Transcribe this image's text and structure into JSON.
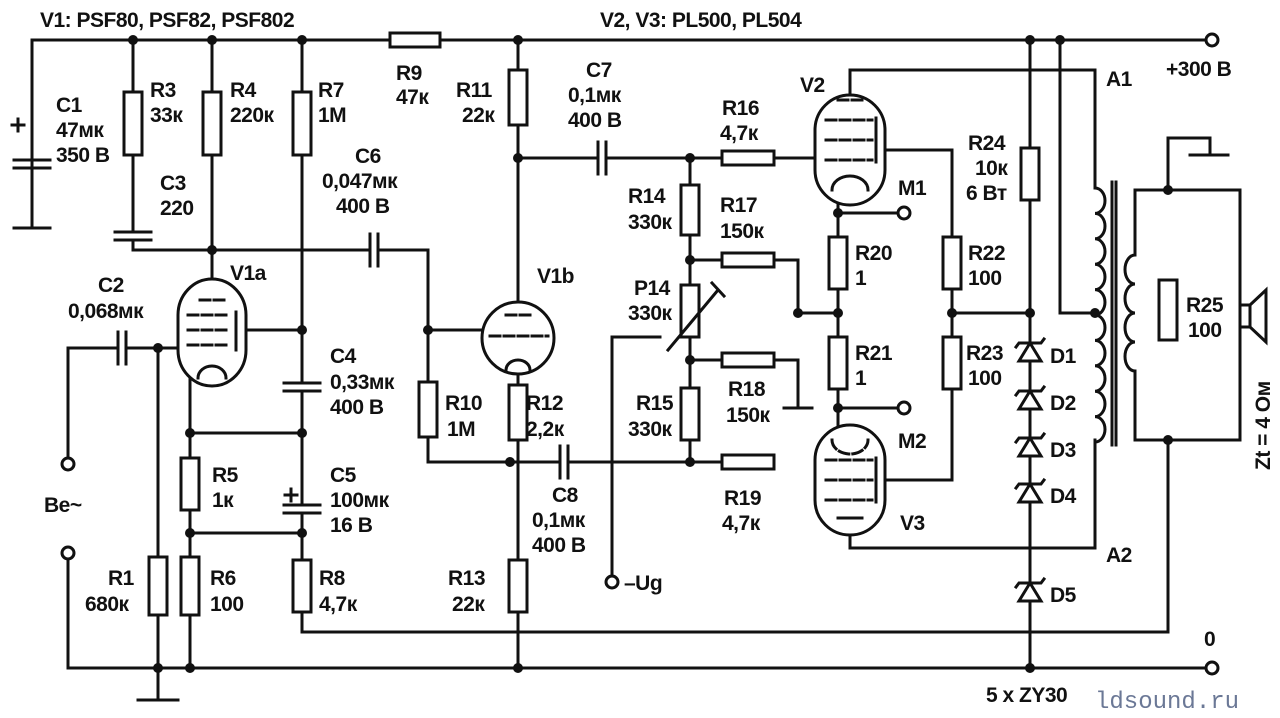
{
  "header": {
    "v1_types": "V1:  PSF80, PSF82, PSF802",
    "v23_types": "V2, V3:  PL500, PL504"
  },
  "components": {
    "C1": {
      "ref": "C1",
      "value": "47мк",
      "rating": "350 В"
    },
    "C2": {
      "ref": "C2",
      "value": "0,068мк"
    },
    "C3": {
      "ref": "C3",
      "value": "220"
    },
    "C4": {
      "ref": "C4",
      "value": "0,33мк",
      "rating": "400 В"
    },
    "C5": {
      "ref": "C5",
      "value": "100мк",
      "rating": "16 В"
    },
    "C6": {
      "ref": "C6",
      "value": "0,047мк",
      "rating": "400 В"
    },
    "C7": {
      "ref": "C7",
      "value": "0,1мк",
      "rating": "400 В"
    },
    "C8": {
      "ref": "C8",
      "value": "0,1мк",
      "rating": "400 В"
    },
    "R1": {
      "ref": "R1",
      "value": "680к"
    },
    "R3": {
      "ref": "R3",
      "value": "33к"
    },
    "R4": {
      "ref": "R4",
      "value": "220к"
    },
    "R5": {
      "ref": "R5",
      "value": "1к"
    },
    "R6": {
      "ref": "R6",
      "value": "100"
    },
    "R7": {
      "ref": "R7",
      "value": "1M"
    },
    "R8": {
      "ref": "R8",
      "value": "4,7к"
    },
    "R9": {
      "ref": "R9",
      "value": "47к"
    },
    "R10": {
      "ref": "R10",
      "value": "1M"
    },
    "R11": {
      "ref": "R11",
      "value": "22к"
    },
    "R12": {
      "ref": "R12",
      "value": "2,2к"
    },
    "R13": {
      "ref": "R13",
      "value": "22к"
    },
    "R14": {
      "ref": "R14",
      "value": "330к"
    },
    "R15": {
      "ref": "R15",
      "value": "330к"
    },
    "R16": {
      "ref": "R16",
      "value": "4,7к"
    },
    "R17": {
      "ref": "R17",
      "value": "150к"
    },
    "R18": {
      "ref": "R18",
      "value": "150к"
    },
    "R19": {
      "ref": "R19",
      "value": "4,7к"
    },
    "R20": {
      "ref": "R20",
      "value": "1"
    },
    "R21": {
      "ref": "R21",
      "value": "1"
    },
    "R22": {
      "ref": "R22",
      "value": "100"
    },
    "R23": {
      "ref": "R23",
      "value": "100"
    },
    "R24": {
      "ref": "R24",
      "value": "10к",
      "rating": "6 Вт"
    },
    "R25": {
      "ref": "R25",
      "value": "100"
    },
    "P14": {
      "ref": "P14",
      "value": "330к"
    },
    "V1a": {
      "ref": "V1a"
    },
    "V1b": {
      "ref": "V1b"
    },
    "V2": {
      "ref": "V2"
    },
    "V3": {
      "ref": "V3"
    },
    "D1": {
      "ref": "D1"
    },
    "D2": {
      "ref": "D2"
    },
    "D3": {
      "ref": "D3"
    },
    "D4": {
      "ref": "D4"
    },
    "D5": {
      "ref": "D5"
    }
  },
  "terminals": {
    "input": "Вe~",
    "supply": "+300 В",
    "ground": "0",
    "bias": "–Ug",
    "m1": "M1",
    "m2": "M2",
    "a1": "A1",
    "a2": "A2"
  },
  "notes": {
    "zeners": "5 x ZY30",
    "load": "Zt = 4 Ом"
  },
  "watermark": "ldsound.ru"
}
